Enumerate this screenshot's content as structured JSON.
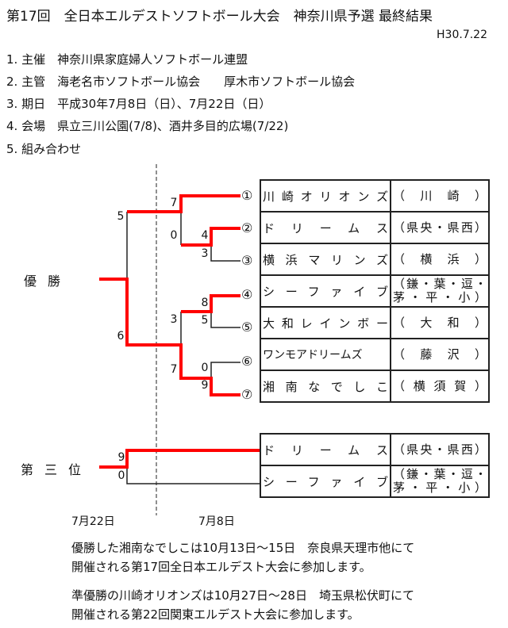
{
  "header": {
    "title": "第17回　全日本エルデストソフトボール大会　神奈川県予選 最終結果",
    "date": "H30.7.22"
  },
  "items": [
    "1. 主催　神奈川県家庭婦人ソフトボール連盟",
    "2. 主管　海老名市ソフトボール協会　　厚木市ソフトボール協会",
    "3. 期日　平成30年7月8日（日）、7月22日（日）",
    "4. 会場　県立三川公園(7/8)、酒井多目的広場(7/22)",
    "5. 組み合わせ"
  ],
  "labels": {
    "champion": "優勝",
    "third": "第三位",
    "day_final": "7月22日",
    "day_first": "7月8日"
  },
  "teams": [
    {
      "no": "①",
      "name": "川崎オリオンズ",
      "area": "（　川　崎　）"
    },
    {
      "no": "②",
      "name": "ドリームス",
      "area": "（県央・県西）"
    },
    {
      "no": "③",
      "name": "横浜マリンズ",
      "area": "（　横　浜　）"
    },
    {
      "no": "④",
      "name": "シーファイブ",
      "area": "（鎌・葉・逗・茅・平・小）"
    },
    {
      "no": "⑤",
      "name": "大和レインボー",
      "area": "（　大　和　）"
    },
    {
      "no": "⑥",
      "name": "ワンモアドリームズ",
      "area": "（　藤　沢　）"
    },
    {
      "no": "⑦",
      "name": "湘南なでしこ",
      "area": "（横須賀）"
    }
  ],
  "third_place": [
    {
      "name": "ドリームス",
      "area": "（県央・県西）"
    },
    {
      "name": "シーファイブ",
      "area": "（鎌・葉・逗・茅・平・小）"
    }
  ],
  "scores": {
    "r1_2v3": [
      "4",
      "3"
    ],
    "r1_4v5": [
      "8",
      "5"
    ],
    "r1_6v7": [
      "0",
      "9"
    ],
    "sf1": [
      "7",
      "0"
    ],
    "sf2": [
      "3",
      "7"
    ],
    "final": [
      "5",
      "6"
    ],
    "third": [
      "9",
      "0"
    ]
  },
  "notes": [
    "優勝した湘南なでしこは10月13日～15日　奈良県天理市他にて",
    "開催される第17回全日本エルデスト大会に参加します。",
    "準優勝の川崎オリオンズは10月27日～28日　埼玉県松伏町にて",
    "開催される第22回関東エルデスト大会に参加します。"
  ],
  "colors": {
    "winner_line": "#ff0000",
    "line": "#222222"
  }
}
